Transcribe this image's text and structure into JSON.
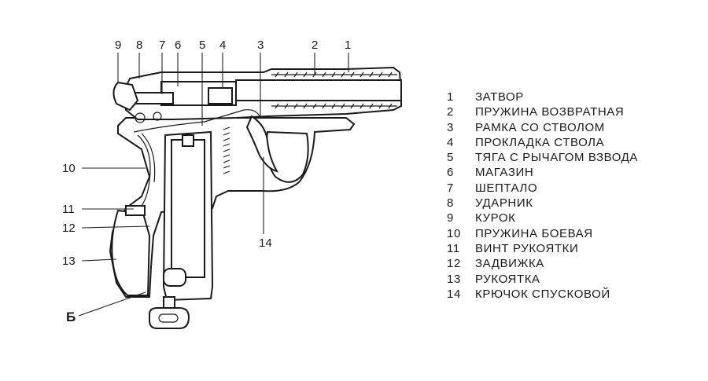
{
  "callouts": {
    "c1": "1",
    "c2": "2",
    "c3": "3",
    "c4": "4",
    "c5": "5",
    "c6": "6",
    "c7": "7",
    "c8": "8",
    "c9": "9",
    "c10": "10",
    "c11": "11",
    "c12": "12",
    "c13": "13",
    "c14": "14",
    "cb": "Б"
  },
  "legend": [
    {
      "num": "1",
      "text": "ЗАТВОР"
    },
    {
      "num": "2",
      "text": "ПРУЖИНА ВОЗВРАТНАЯ"
    },
    {
      "num": "3",
      "text": "РАМКА СО СТВОЛОМ"
    },
    {
      "num": "4",
      "text": "ПРОКЛАДКА СТВОЛА"
    },
    {
      "num": "5",
      "text": "ТЯГА С РЫЧАГОМ ВЗВОДА"
    },
    {
      "num": "6",
      "text": "МАГАЗИН"
    },
    {
      "num": "7",
      "text": "ШЕПТАЛО"
    },
    {
      "num": "8",
      "text": "УДАРНИК"
    },
    {
      "num": "9",
      "text": "КУРОК"
    },
    {
      "num": "10",
      "text": "ПРУЖИНА БОЕВАЯ"
    },
    {
      "num": "11",
      "text": "ВИНТ РУКОЯТКИ"
    },
    {
      "num": "12",
      "text": "ЗАДВИЖКА"
    },
    {
      "num": "13",
      "text": "РУКОЯТКА"
    },
    {
      "num": "14",
      "text": "КРЮЧОК СПУСКОВОЙ"
    }
  ],
  "colors": {
    "ink": "#1a1a1a",
    "hatch": "#555555",
    "paper": "#ffffff"
  }
}
